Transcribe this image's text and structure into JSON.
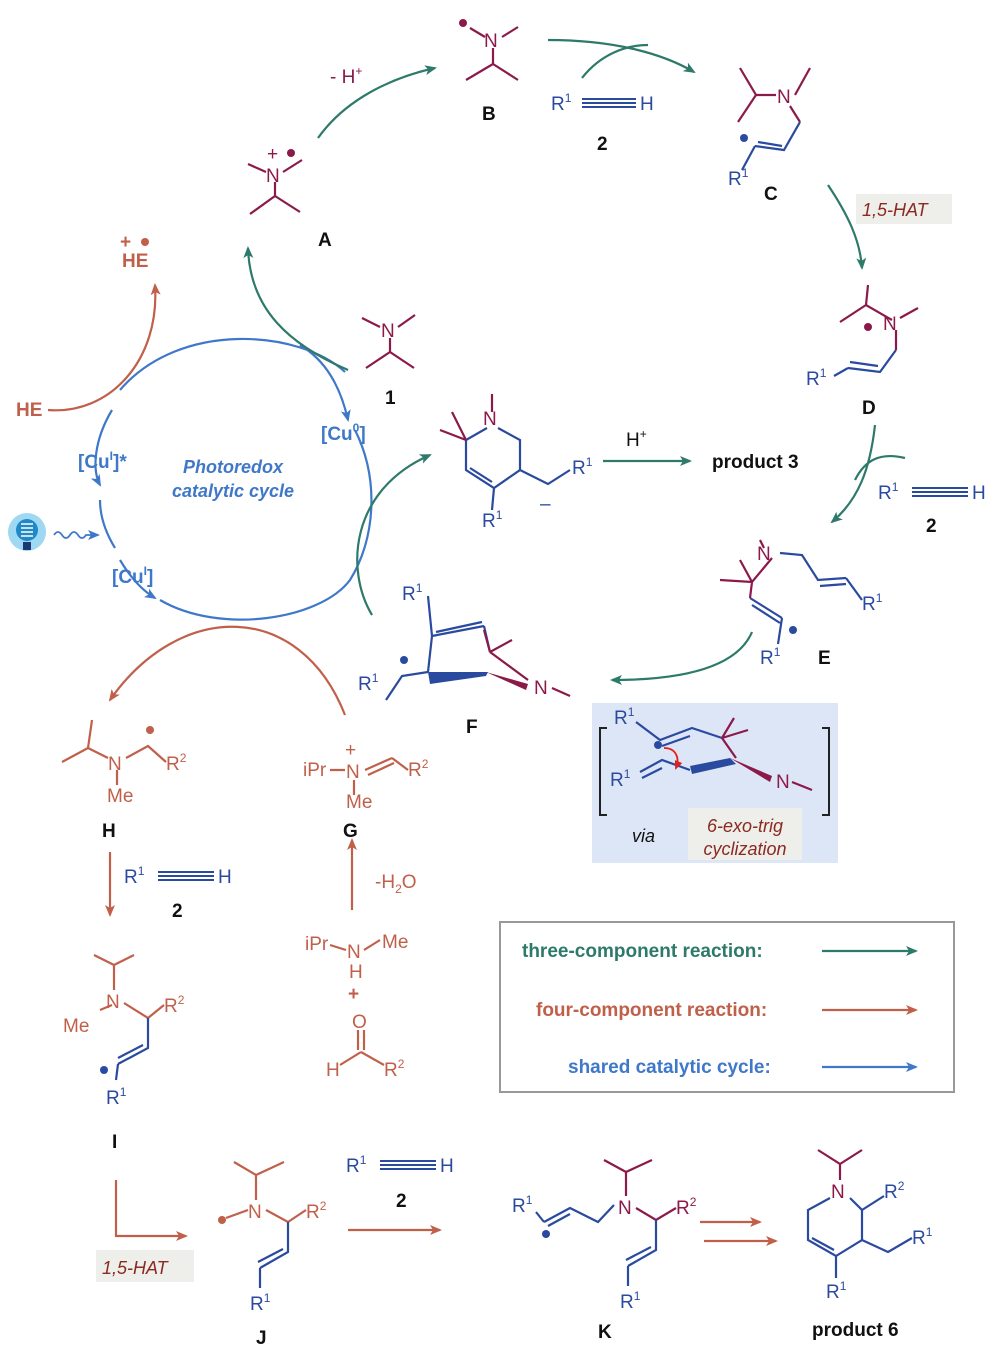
{
  "colors": {
    "three_component": "#2e7a6a",
    "four_component": "#c0604a",
    "shared": "#3f78c8",
    "amine": "#8b1a4a",
    "alkyne": "#2a4aa0",
    "tag_bg": "#eeeeea",
    "via_bg": "#dde6f6"
  },
  "labels": {
    "A": "A",
    "B": "B",
    "C": "C",
    "D": "D",
    "E": "E",
    "F": "F",
    "G": "G",
    "H": "H",
    "I": "I",
    "J": "J",
    "K": "K",
    "one": "1",
    "two": "2",
    "product3": "product 3",
    "product6": "product 6"
  },
  "atoms": {
    "N": "N",
    "H": "H",
    "R": "R",
    "one": "1",
    "two": "2",
    "plus": "+",
    "O": "O",
    "iPr": "iPr",
    "Me": "Me",
    "HE": "HE",
    "minus": "–"
  },
  "steps": {
    "deprotonation_text": "- H",
    "hat": "1,5-HAT",
    "h_plus": "H",
    "minus_water": "-H",
    "water_o": "O",
    "water_sub": "2"
  },
  "catalytic_cycle": {
    "title_line1": "Photoredox",
    "title_line2": "catalytic cycle",
    "cu0": "[Cu",
    "cu0_sup": "0",
    "cu1_star": "[Cu",
    "cu1_star_sup": "I",
    "cu1_star_tail": "]*",
    "cu1": "[Cu",
    "cu1_sup": "I",
    "bracket": "]"
  },
  "via_box": {
    "via": "via",
    "cyclization_line1": "6-exo-trig",
    "cyclization_line2": "cyclization"
  },
  "legend": {
    "three": "three-component reaction:",
    "four": "four-component reaction:",
    "shared": "shared catalytic cycle:"
  },
  "icons": [
    "light-bulb-icon"
  ]
}
